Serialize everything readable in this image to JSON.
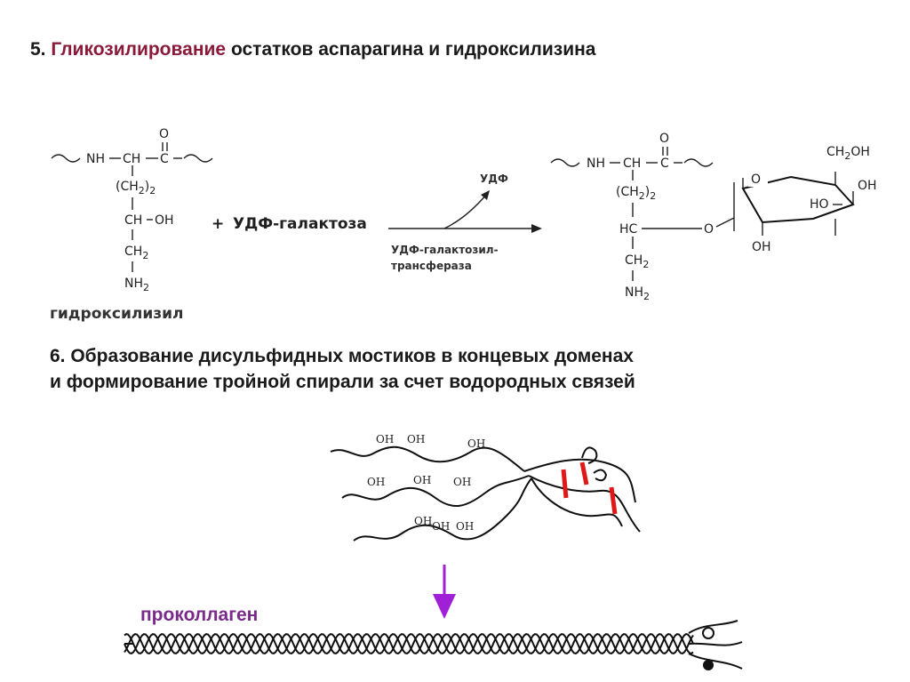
{
  "section5": {
    "number": "5.",
    "highlight": "Гликозилирование",
    "rest": "остатков аспарагина и гидроксилизина"
  },
  "section6": {
    "line1": "6. Образование дисульфидных мостиков в концевых доменах",
    "line2": "и формирование тройной спирали за счет водородных связей"
  },
  "reaction": {
    "left": {
      "nh": "NH",
      "ch": "CH",
      "c": "C",
      "o": "O",
      "ch2_a": "(CH",
      "ch2_sub": "2",
      "ch2_close": ")",
      "ch2_count": "2",
      "choh": "CH",
      "oh": "OH",
      "ch2b": "CH",
      "ch2b_sub": "2",
      "nh2": "NH",
      "nh2_sub": "2",
      "name": "гидроксилизил"
    },
    "plus": "+",
    "reagent": "УДФ-галактоза",
    "byproduct": "УДФ",
    "enzyme_line1": "УДФ-галактозил-",
    "enzyme_line2": "трансфераза",
    "right": {
      "nh": "NH",
      "ch": "CH",
      "c": "C",
      "o": "O",
      "ch2_a": "(CH",
      "ch2_sub": "2",
      "ch2_close": ")",
      "ch2_count": "2",
      "hc": "HC",
      "ch2b": "CH",
      "ch2b_sub": "2",
      "nh2": "NH",
      "nh2_sub": "2",
      "ring_o": "O",
      "link_o": "O",
      "ch2oh": "CH",
      "ch2oh_sub": "2",
      "ch2oh_oh": "OH",
      "oh_right": "OH",
      "ho": "HO",
      "oh_bottom": "OH"
    }
  },
  "fibers": {
    "oh_labels": [
      "OH",
      "OH",
      "OH",
      "OH",
      "OH",
      "OH",
      "OH",
      "OH",
      "OH"
    ]
  },
  "procollagen": "проколлаген",
  "colors": {
    "highlight": "#8b1a3a",
    "bridge": "#e01818",
    "arrow": "#a020d8",
    "procollagen_label": "#7a2a8a"
  }
}
